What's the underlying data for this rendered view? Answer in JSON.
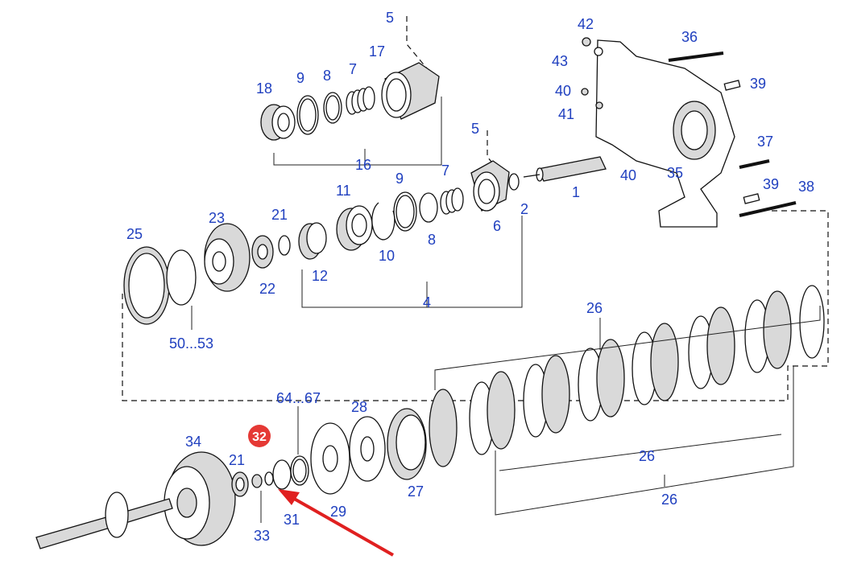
{
  "diagram": {
    "colors": {
      "label": "#1f3fbf",
      "highlight_badge": "#e53935",
      "arrow": "#e02020",
      "line": "#111111"
    },
    "labels": {
      "p5a": "5",
      "p17": "17",
      "p18": "18",
      "p9a": "9",
      "p8a": "8",
      "p7a": "7",
      "p16": "16",
      "p42": "42",
      "p43": "43",
      "p36": "36",
      "p40a": "40",
      "p41": "41",
      "p39a": "39",
      "p5b": "5",
      "p9b": "9",
      "p7b": "7",
      "p11": "11",
      "p21a": "21",
      "p23": "23",
      "p25": "25",
      "p1": "1",
      "p2": "2",
      "p6": "6",
      "p8b": "8",
      "p10": "10",
      "p12": "12",
      "p22": "22",
      "p4": "4",
      "p40b": "40",
      "p35": "35",
      "p37": "37",
      "p39b": "39",
      "p38": "38",
      "p50_53": "50...53",
      "p26a": "26",
      "p26b": "26",
      "p26c": "26",
      "p64_67": "64...67",
      "p28": "28",
      "p34": "34",
      "p21b": "21",
      "p29": "29",
      "p27": "27",
      "p31": "31",
      "p33": "33"
    },
    "highlighted_part": "32"
  }
}
